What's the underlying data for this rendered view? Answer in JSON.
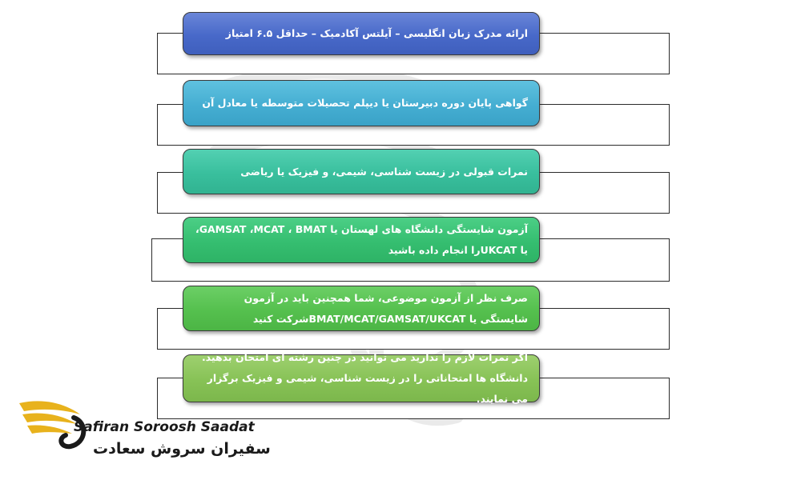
{
  "steps": [
    {
      "text": "ارائه مدرک زبان انگلیسی – آیلتس آکادمیک – حداقل ۶.۵ امتیاز"
    },
    {
      "text": "گواهی پایان دوره دبیرستان یا دیپلم تحصیلات متوسطه یا معادل آن"
    },
    {
      "text": "نمرات قبولی در زیست شناسی، شیمی، و فیزیک یا ریاضی"
    },
    {
      "text": "آزمون شایستگی دانشگاه های لهستان یا GAMSAT ،MCAT ، BMAT، یا UKCATرا انجام داده باشید"
    },
    {
      "text": "صرف نظر از آزمون موضوعی، شما همچنین باید در آزمون شایستگی یا BMAT/MCAT/GAMSAT/UKCATشرکت کنید"
    },
    {
      "text": "اگر نمرات لازم را ندارید می توانید در چنین رشته ای امتحان بدهید. دانشگاه ها امتحاناتی را در زیست شناسی، شیمی و فیزیک برگزار می نمایند."
    }
  ],
  "colors": {
    "step1": "#4869c9",
    "step2": "#45aed2",
    "step3": "#39bf9d",
    "step4": "#35be70",
    "step5": "#55c04e",
    "step6": "#87c256",
    "logo_wing": "#e8b21c"
  },
  "logo": {
    "name_en": "Safiran Soroosh Saadat",
    "name_fa": "سفیران سروش سعادت"
  }
}
